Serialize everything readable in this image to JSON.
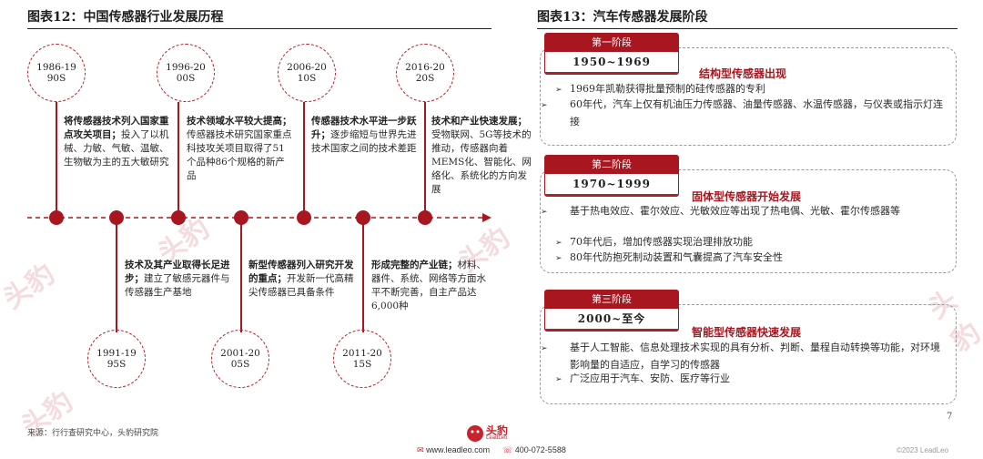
{
  "left": {
    "title": "图表12：中国传感器行业发展历程",
    "eras_top": [
      "1986-1990S",
      "1996-2000S",
      "2006-2010S",
      "2016-2020S"
    ],
    "eras_bottom": [
      "1991-1995S",
      "2001-2005S",
      "2011-2015S"
    ],
    "events_top": [
      {
        "bold": "将传感器技术列入国家重点攻关项目；",
        "text": "投入了以机械、力敏、气敏、温敏、生物敏为主的五大敏研究"
      },
      {
        "bold": "技术领域水平较大提高；",
        "text": "传感器技术研究国家重点科技攻关项目取得了51个品种86个规格的新产品"
      },
      {
        "bold": "传感器技术水平进一步跃升；",
        "text": "逐步缩短与世界先进技术国家之间的技术差距"
      },
      {
        "bold": "技术和产业快速发展；",
        "text": "受物联网、5G等技术的推动，传感器向着MEMS化、智能化、网络化、系统化的方向发展"
      }
    ],
    "events_bottom": [
      {
        "bold": "技术及其产业取得长足进步；",
        "text": "建立了敏感元器件与传感器生产基地"
      },
      {
        "bold": "新型传感器列入研究开发的重点；",
        "text": "开发新一代高精尖传感器已具备条件"
      },
      {
        "bold": "形成完整的产业链；",
        "text": "材料、器件、系统、网络等方面水平不断完善，自主产品达6,000种"
      }
    ],
    "source": "来源：行行查研究中心，头豹研究院"
  },
  "right": {
    "title": "图表13：汽车传感器发展阶段",
    "stages": [
      {
        "label": "第一阶段",
        "years": "1950~1969",
        "title": "结构型传感器出现",
        "bullets": [
          "1969年凯勒获得批量预制的硅传感器的专利",
          "60年代，汽车上仅有机油压力传感器、油量传感器、水温传感器，与仪表或指示灯连接"
        ]
      },
      {
        "label": "第二阶段",
        "years": "1970~1999",
        "title": "固体型传感器开始发展",
        "bullets": [
          "基于热电效应、霍尔效应、光敏效应等出现了热电偶、光敏、霍尔传感器等",
          "70年代后，增加传感器实现治理排放功能",
          "80年代防抱死制动装置和气囊提高了汽车安全性"
        ]
      },
      {
        "label": "第三阶段",
        "years": "2000~至今",
        "title": "智能型传感器快速发展",
        "bullets": [
          "基于人工智能、信息处理技术实现的具有分析、判断、量程自动转换等功能，对环境影响量的自适应，自学习的传感器",
          "广泛应用于汽车、安防、医疗等行业"
        ]
      }
    ]
  },
  "footer": {
    "logo_text": "头豹",
    "logo_sub": "LeadLeo",
    "website": "www.leadleo.com",
    "phone": "400-072-5588",
    "copyright": "©2023 LeadLeo",
    "page": "7"
  },
  "watermark": "头豹",
  "colors": {
    "accent": "#a8161f",
    "dashed": "#9a9a9a"
  },
  "icons": [
    "email-icon",
    "phone-icon",
    "leopard-logo-icon",
    "bullet-arrow-icon"
  ]
}
